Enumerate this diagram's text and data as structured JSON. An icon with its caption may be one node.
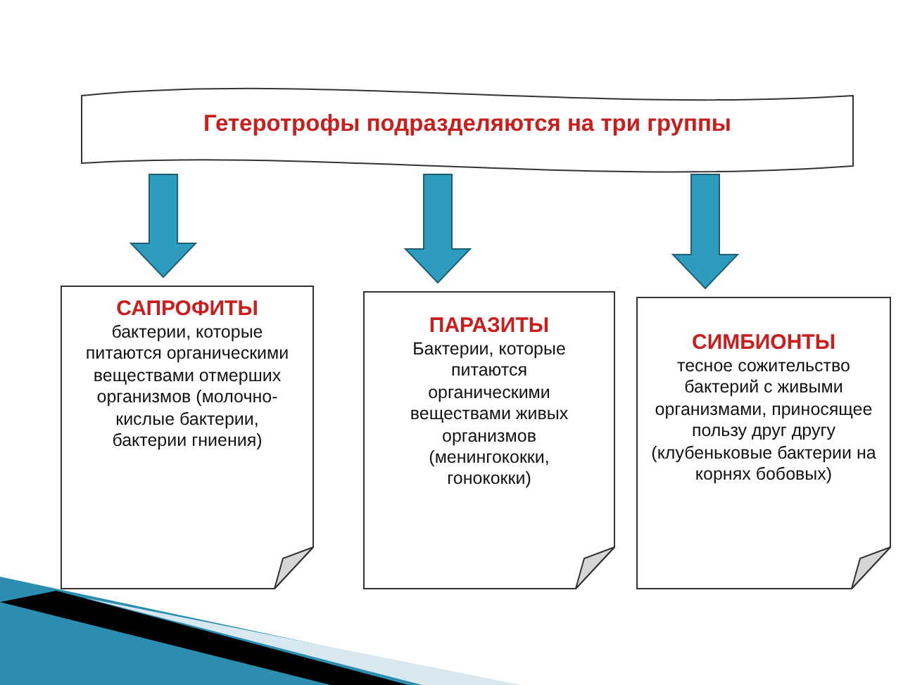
{
  "diagram": {
    "nodes": [
      {
        "text": [
          "Гетеротрофы подразделяются на три группы"
        ]
      },
      {
        "text": [
          "САПРОФИТЫ",
          "бактерии, которые питаются органическими веществами отмерших организмов (молочно-кислые бактерии, бактерии гниения)"
        ]
      },
      {
        "text": [
          "ПАРАЗИТЫ",
          "Бактерии, которые питаются органическими веществами живых организмов (менингококки, гонококки)"
        ]
      },
      {
        "text": [
          "СИМБИОНТЫ",
          "тесное сожительство бактерий с живыми организмами, приносящее пользу друг другу (клубеньковые бактерии на корнях бобовых)"
        ]
      }
    ],
    "edges": [
      {
        "from": 0,
        "to": 1,
        "arrow": "to",
        "style": "thick"
      },
      {
        "from": 0,
        "to": 2,
        "arrow": "to",
        "style": "thick"
      },
      {
        "from": 0,
        "to": 3,
        "arrow": "to",
        "style": "thick"
      }
    ]
  }
}
